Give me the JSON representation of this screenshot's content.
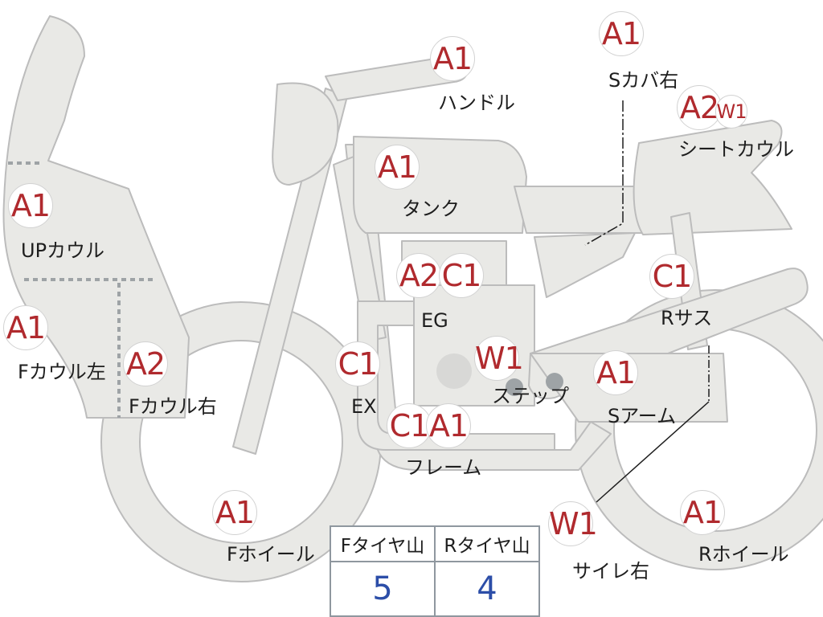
{
  "colors": {
    "grade": "#b02a2e",
    "part_fill": "#e9e9e6",
    "part_stroke": "#bcbcbc",
    "tread_value": "#2c4ea8"
  },
  "parts": [
    {
      "key": "handle",
      "grades": [
        "A1"
      ],
      "label": "ハンドル"
    },
    {
      "key": "s_cover_r",
      "grades": [
        "A1"
      ],
      "label": "Sカバ右"
    },
    {
      "key": "seat_cowl",
      "grades": [
        "A2",
        "W1"
      ],
      "label": "シートカウル"
    },
    {
      "key": "tank",
      "grades": [
        "A1"
      ],
      "label": "タンク"
    },
    {
      "key": "up_cowl",
      "grades": [
        "A1"
      ],
      "label": "UPカウル"
    },
    {
      "key": "engine",
      "grades": [
        "A2",
        "C1"
      ],
      "label": "EG"
    },
    {
      "key": "r_sus",
      "grades": [
        "C1"
      ],
      "label": "Rサス"
    },
    {
      "key": "f_cowl_l",
      "grades": [
        "A1"
      ],
      "label": "Fカウル左"
    },
    {
      "key": "f_cowl_r",
      "grades": [
        "A2"
      ],
      "label": "Fカウル右"
    },
    {
      "key": "exhaust",
      "grades": [
        "C1"
      ],
      "label": "EX"
    },
    {
      "key": "step",
      "grades": [
        "W1"
      ],
      "label": "ステップ"
    },
    {
      "key": "s_arm",
      "grades": [
        "A1"
      ],
      "label": "Sアーム"
    },
    {
      "key": "frame",
      "grades": [
        "C1",
        "A1"
      ],
      "label": "フレーム"
    },
    {
      "key": "f_wheel",
      "grades": [
        "A1"
      ],
      "label": "Fホイール"
    },
    {
      "key": "silencer_r",
      "grades": [
        "W1"
      ],
      "label": "サイレ右"
    },
    {
      "key": "r_wheel",
      "grades": [
        "A1"
      ],
      "label": "Rホイール"
    }
  ],
  "tire_tread": {
    "headers": [
      "Fタイヤ山",
      "Rタイヤ山"
    ],
    "values": [
      "5",
      "4"
    ]
  }
}
